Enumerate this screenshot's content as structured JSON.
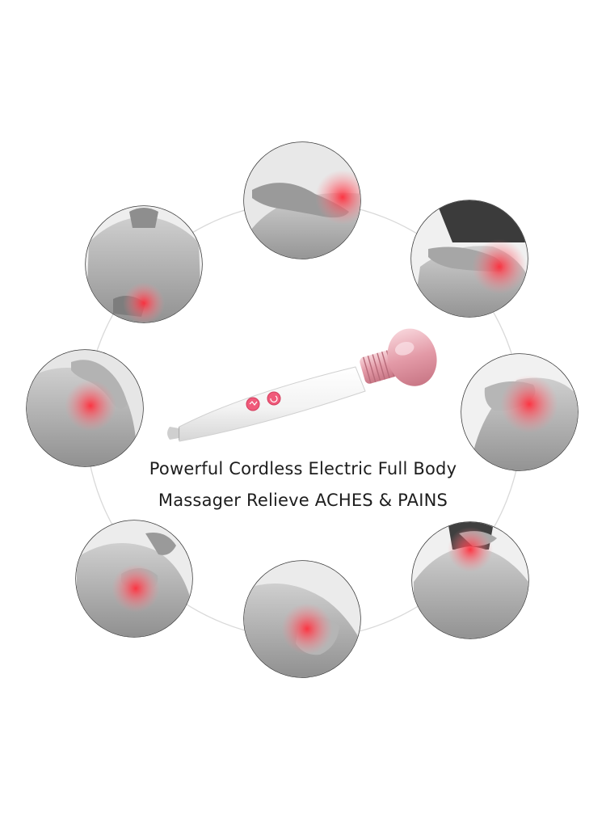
{
  "caption": {
    "line1": "Powerful Cordless Electric Full Body",
    "line2": "Massager Relieve ACHES & PAINS"
  },
  "icons": {
    "device": "wand-massager-icon",
    "areas": [
      "lower-back-pain",
      "lower-back-touch",
      "neck-pain",
      "shoulder-pain",
      "upper-back-pain",
      "elbow-pain",
      "upper-arm-pain",
      "shoulder-side-pain"
    ]
  },
  "colors": {
    "accent_red": "#ff3b47",
    "device_pink": "#e7a3ae",
    "ring": "#d9d9d9",
    "text": "#1d1d1d"
  }
}
